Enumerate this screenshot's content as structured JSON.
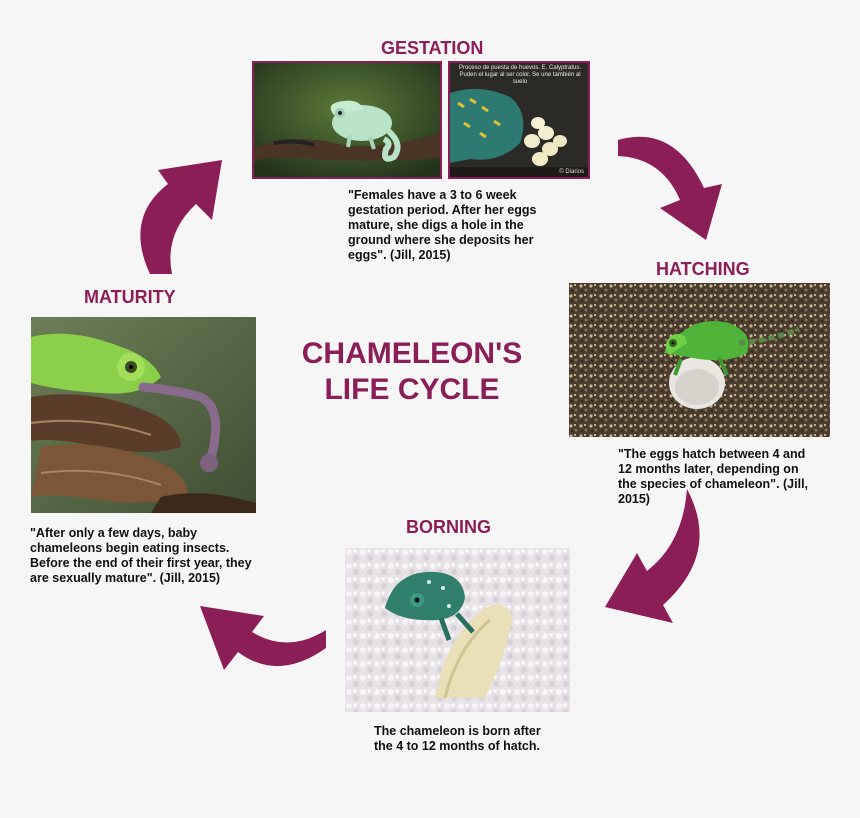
{
  "title": {
    "line1": "CHAMELEON'S",
    "line2": "LIFE CYCLE"
  },
  "stages": {
    "gestation": {
      "label": "GESTATION",
      "caption": "\"Females have a 3 to 6 week gestation period. After her eggs mature, she digs a hole in the ground where she deposits her eggs\". (Jill, 2015)",
      "photo_overlay": "Proceso de puesta de huevos. E. Calyptratus. Puden el lugar al ser color. Se une también al suelo",
      "photo_credit": "© Diarios"
    },
    "hatching": {
      "label": "HATCHING",
      "caption": "\"The eggs hatch between 4 and 12 months later, depending on the species of chameleon\". (Jill, 2015)"
    },
    "borning": {
      "label": "BORNING",
      "caption": "The chameleon is born after the 4 to 12 months of hatch."
    },
    "maturity": {
      "label": "MATURITY",
      "caption": "\"After only a few days, baby chameleons begin eating insects. Before the end of their first year, they are sexually mature\". (Jill, 2015)"
    }
  },
  "colors": {
    "accent": "#8b1e57",
    "background": "#f6f6f6"
  }
}
